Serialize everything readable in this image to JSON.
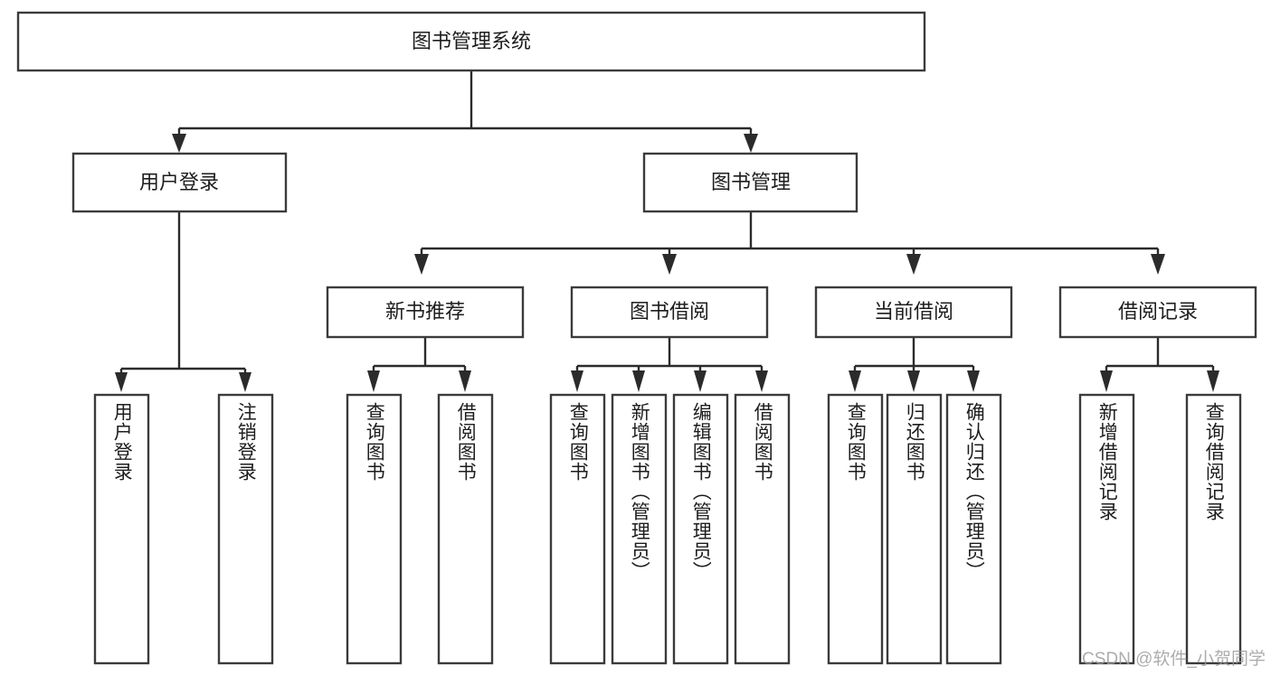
{
  "diagram": {
    "title": "图书管理系统",
    "type": "hierarchy-tree",
    "root": {
      "id": "root",
      "label": "图书管理系统",
      "orientation": "horizontal"
    },
    "level2": [
      {
        "id": "user-login",
        "label": "用户登录",
        "orientation": "horizontal"
      },
      {
        "id": "book-management",
        "label": "图书管理",
        "orientation": "horizontal"
      }
    ],
    "level3": [
      {
        "id": "new-book-recommend",
        "label": "新书推荐",
        "orientation": "horizontal",
        "parent": "book-management"
      },
      {
        "id": "book-borrow",
        "label": "图书借阅",
        "orientation": "horizontal",
        "parent": "book-management"
      },
      {
        "id": "current-borrow",
        "label": "当前借阅",
        "orientation": "horizontal",
        "parent": "book-management"
      },
      {
        "id": "borrow-record",
        "label": "借阅记录",
        "orientation": "horizontal",
        "parent": "book-management"
      }
    ],
    "leaves": [
      {
        "id": "leaf-user-login",
        "label": "用户登录",
        "parent": "user-login",
        "orientation": "vertical"
      },
      {
        "id": "leaf-logout",
        "label": "注销登录",
        "parent": "user-login",
        "orientation": "vertical"
      },
      {
        "id": "leaf-query-book-1",
        "label": "查询图书",
        "parent": "new-book-recommend",
        "orientation": "vertical"
      },
      {
        "id": "leaf-borrow-book-1",
        "label": "借阅图书",
        "parent": "new-book-recommend",
        "orientation": "vertical"
      },
      {
        "id": "leaf-query-book-2",
        "label": "查询图书",
        "parent": "book-borrow",
        "orientation": "vertical"
      },
      {
        "id": "leaf-add-book",
        "label": "新增图书（管理员）",
        "parent": "book-borrow",
        "orientation": "vertical"
      },
      {
        "id": "leaf-edit-book",
        "label": "编辑图书（管理员）",
        "parent": "book-borrow",
        "orientation": "vertical"
      },
      {
        "id": "leaf-borrow-book-2",
        "label": "借阅图书",
        "parent": "book-borrow",
        "orientation": "vertical"
      },
      {
        "id": "leaf-query-book-3",
        "label": "查询图书",
        "parent": "current-borrow",
        "orientation": "vertical"
      },
      {
        "id": "leaf-return-book",
        "label": "归还图书",
        "parent": "current-borrow",
        "orientation": "vertical"
      },
      {
        "id": "leaf-confirm-return",
        "label": "确认归还（管理员）",
        "parent": "current-borrow",
        "orientation": "vertical"
      },
      {
        "id": "leaf-add-record",
        "label": "新增借阅记录",
        "parent": "borrow-record",
        "orientation": "vertical"
      },
      {
        "id": "leaf-query-record",
        "label": "查询借阅记录",
        "parent": "borrow-record",
        "orientation": "vertical"
      }
    ],
    "watermark": "CSDN @软件_小贺同学",
    "colors": {
      "box_stroke": "#3b3b3b",
      "connector": "#2b2b2b",
      "box_fill": "#ffffff",
      "text": "#1d1d1d",
      "watermark": "#9a9a9a",
      "background": "#ffffff"
    }
  }
}
